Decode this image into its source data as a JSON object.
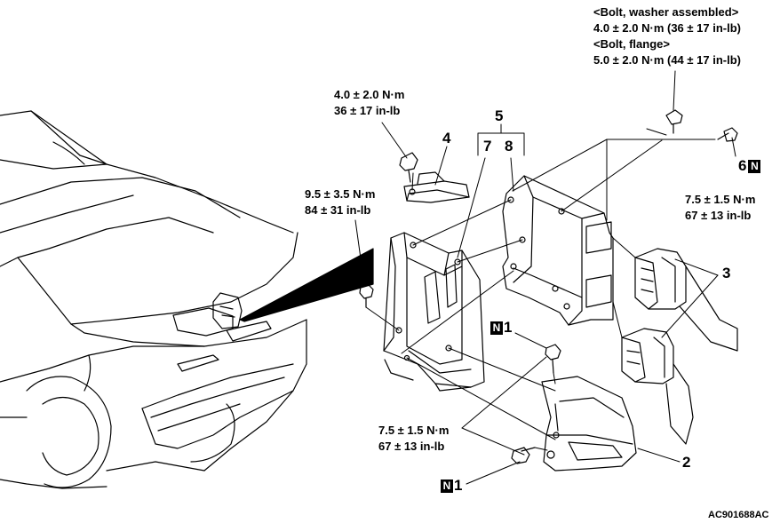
{
  "torque": {
    "top_right": {
      "line1": "<Bolt, washer assembled>",
      "line2": "4.0 ± 2.0 N·m (36 ± 17 in-lb)",
      "line3": "<Bolt, flange>",
      "line4": "5.0 ± 2.0 N·m (44 ± 17 in-lb)"
    },
    "bracket_bolt": {
      "line1": "4.0 ± 2.0 N·m",
      "line2": "36 ± 17 in-lb"
    },
    "left_bolt": {
      "line1": "9.5 ± 3.5 N·m",
      "line2": "84 ± 31 in-lb"
    },
    "right_nut": {
      "line1": "7.5 ± 1.5 N·m",
      "line2": "67 ± 13 in-lb"
    },
    "lower_bolts": {
      "line1": "7.5 ± 1.5 N·m",
      "line2": "67 ± 13 in-lb"
    }
  },
  "callouts": {
    "c1a": "1",
    "c1b": "1",
    "c2": "2",
    "c3": "3",
    "c4": "4",
    "c5": "5",
    "c6": "6",
    "c7": "7",
    "c8": "8",
    "n_mark": "N"
  },
  "figure_code": "AC901688AC"
}
